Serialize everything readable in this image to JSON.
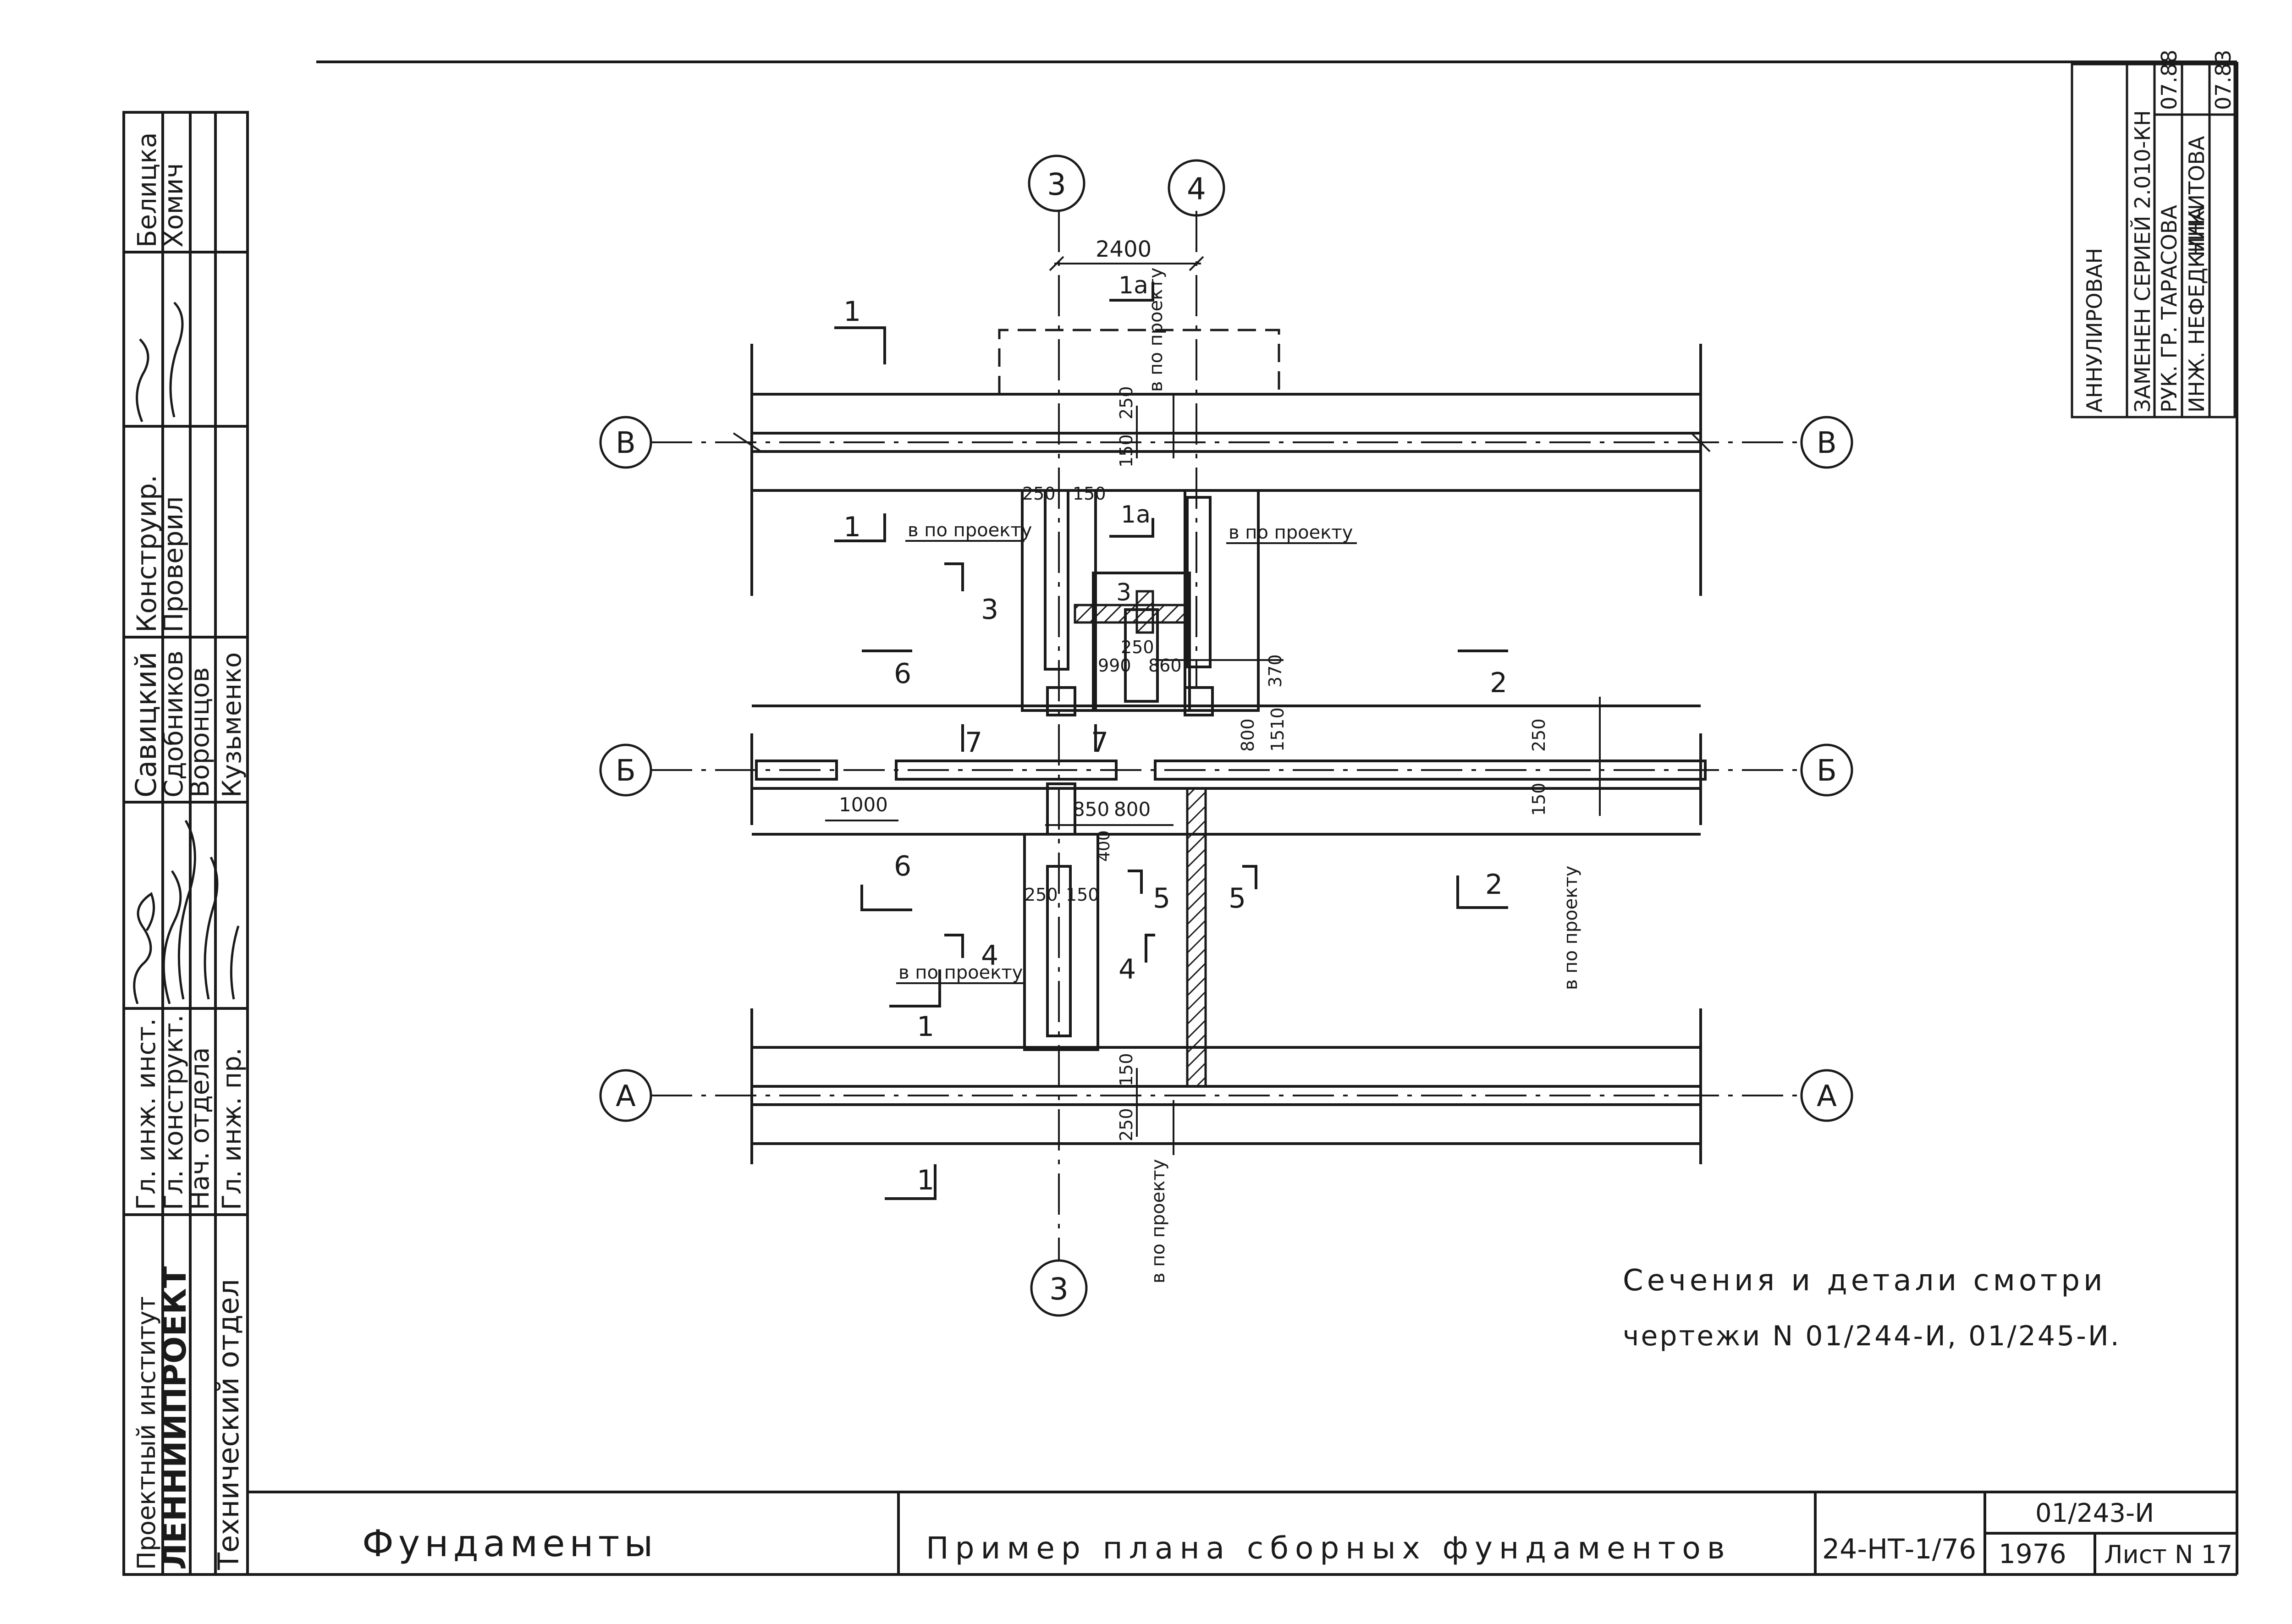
{
  "title_block": {
    "org_line1": "Проектный институт",
    "org_name": "ЛЕННИИПРОЕКТ",
    "department": "Технический отдел",
    "roles": [
      "Гл. инж. инст.",
      "Гл. конструкт.",
      "Нач. отдела",
      "Гл. инж. пр."
    ],
    "names": [
      "Савицкий",
      "Сдобников",
      "Воронцов",
      "Кузьменко"
    ],
    "roles2": [
      "Конструир.",
      "Проверил"
    ],
    "names2": [
      "Белицка",
      "Хомич"
    ],
    "main_title": "Фундаменты",
    "sheet_title": "Пример плана сборных фундаментов",
    "series": "24-НТ-1/76",
    "drawing_no": "01/243-И",
    "year": "1976",
    "sheet": "Лист N 17"
  },
  "stamp": {
    "line1": "АННУЛИРОВАН",
    "line2": "ЗАМЕНЕН СЕРИЕЙ 2.010-КН",
    "line3": "РУК. ГР. ТАРАСОВА",
    "date3": "07.88",
    "line4": "ИНЖ. НЕФЕДКИНА",
    "line4b": "НИКИТОВА",
    "date4": "07.83"
  },
  "axes": {
    "rows": [
      "В",
      "Б",
      "А"
    ],
    "cols": [
      "3",
      "4",
      "3"
    ]
  },
  "dimensions": {
    "d2400": "2400",
    "d250": "250",
    "d150": "150",
    "d990": "990",
    "d860": "860",
    "d370": "370",
    "d800": "800",
    "d1510": "1510",
    "d1000": "1000",
    "d850": "850",
    "d400": "400"
  },
  "callouts": {
    "po_proektu": "в по проекту",
    "s1": "1",
    "s1a": "1а",
    "s2": "2",
    "s3": "3",
    "s4": "4",
    "s5": "5",
    "s6": "6",
    "s7": "7"
  },
  "note": {
    "line1": "Сечения и детали смотри",
    "line2": "чертежи N 01/244-И, 01/245-И."
  }
}
